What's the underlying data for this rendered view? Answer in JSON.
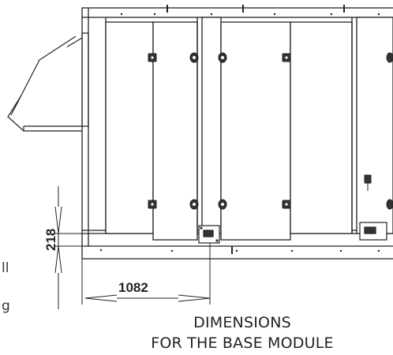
{
  "dimensions": {
    "height_value": "218",
    "width_value": "1082"
  },
  "caption": {
    "line1": "DIMENSIONS",
    "line2": "FOR THE BASE MODULE"
  },
  "cropped_text": {
    "line1": "ll",
    "line2": "g"
  }
}
